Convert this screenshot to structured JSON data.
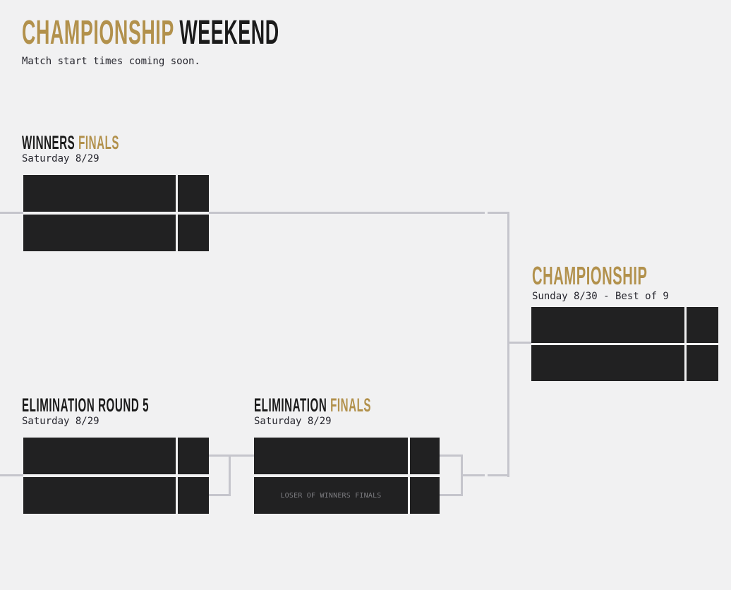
{
  "header": {
    "title_accent": "CHAMPIONSHIP",
    "title_rest": "WEEKEND",
    "subtitle": "Match start times coming soon."
  },
  "colors": {
    "accent_gold": "#b2914c",
    "heading_ink": "#1b1b1b",
    "slot_box": "#212122",
    "connector_line": "#c5c5cc",
    "background": "#f1f1f2",
    "placeholder_text": "#7e7e82"
  },
  "matches": {
    "winners_finals": {
      "title_primary": "WINNERS",
      "title_accent": "FINALS",
      "date": "Saturday 8/29",
      "slots": [
        {
          "name": "",
          "score": ""
        },
        {
          "name": "",
          "score": ""
        }
      ]
    },
    "championship": {
      "title_accent": "CHAMPIONSHIP",
      "date": "Sunday 8/30 - Best of 9",
      "slots": [
        {
          "name": "",
          "score": ""
        },
        {
          "name": "",
          "score": ""
        }
      ]
    },
    "elimination_round_5": {
      "title_primary": "ELIMINATION ROUND 5",
      "date": "Saturday 8/29",
      "slots": [
        {
          "name": "",
          "score": ""
        },
        {
          "name": "",
          "score": ""
        }
      ]
    },
    "elimination_finals": {
      "title_primary": "ELIMINATION",
      "title_accent": "FINALS",
      "date": "Saturday 8/29",
      "slots": [
        {
          "name": "LOSER OF WINNERS FINALS",
          "score": ""
        }
      ],
      "slot_top": {
        "name": "",
        "score": ""
      }
    }
  }
}
